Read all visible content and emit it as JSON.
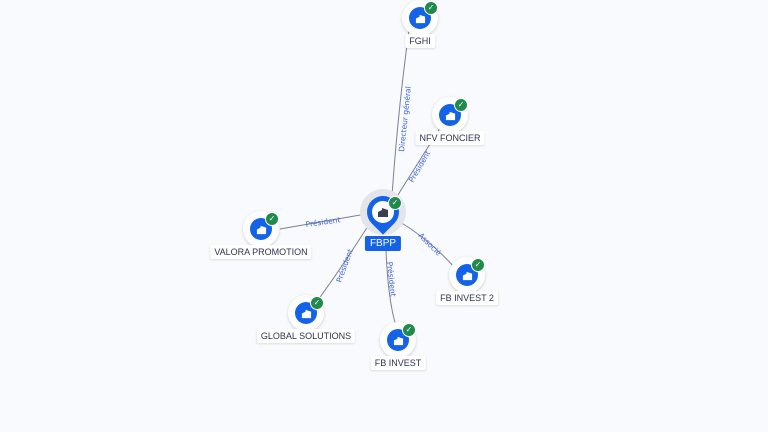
{
  "center": {
    "label": "FBPP",
    "icon": "building-icon",
    "verified": true
  },
  "nodes": [
    {
      "label": "FGHI",
      "relation": "Directeur général"
    },
    {
      "label": "NFV FONCIER",
      "relation": "Président"
    },
    {
      "label": "VALORA PROMOTION",
      "relation": "Président"
    },
    {
      "label": "GLOBAL SOLUTIONS",
      "relation": "Président"
    },
    {
      "label": "FB INVEST",
      "relation": "Président"
    },
    {
      "label": "FB INVEST 2",
      "relation": "Associé"
    }
  ],
  "colors": {
    "accent": "#1463e6",
    "verified": "#1f8a4c",
    "edge_label": "#3d63d6"
  },
  "check_glyph": "✓"
}
